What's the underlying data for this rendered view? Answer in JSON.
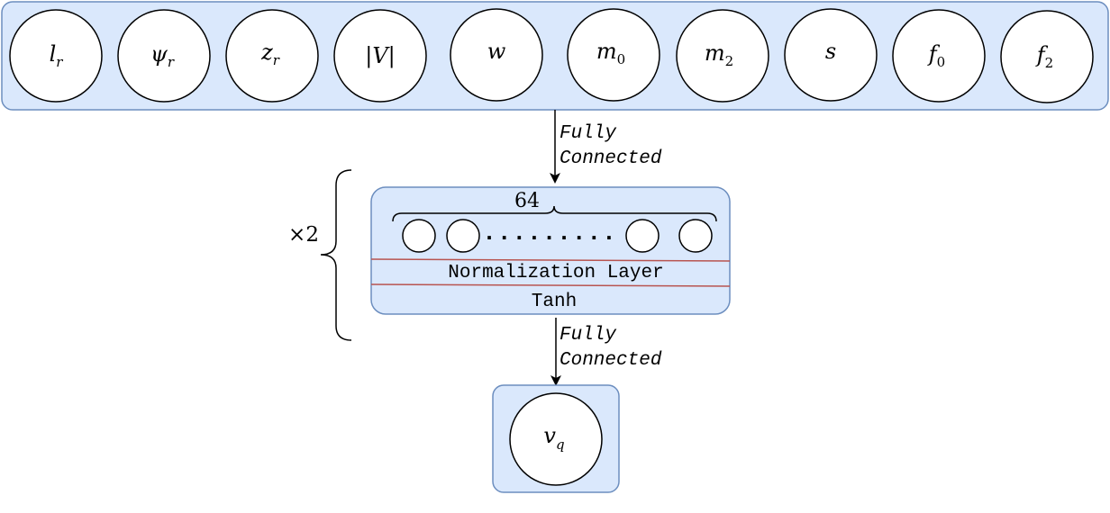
{
  "input_layer": {
    "nodes": [
      {
        "base": "l",
        "sub": "r"
      },
      {
        "base": "ψ",
        "sub": "r"
      },
      {
        "base": "z",
        "sub": "r"
      },
      {
        "base": "|V|",
        "sub": ""
      },
      {
        "base": "w",
        "sub": ""
      },
      {
        "base": "m",
        "sub": "0"
      },
      {
        "base": "m",
        "sub": "2"
      },
      {
        "base": "s",
        "sub": ""
      },
      {
        "base": "f",
        "sub": "0"
      },
      {
        "base": "f",
        "sub": "2"
      }
    ]
  },
  "connection_1": {
    "line1": "Fully",
    "line2": "Connected"
  },
  "hidden_block": {
    "width_label": "64",
    "repeat_label": "×2",
    "normalization_label": "Normalization Layer",
    "activation_label": "Tanh",
    "ellipsis": "........."
  },
  "connection_2": {
    "line1": "Fully",
    "line2": "Connected"
  },
  "output_layer": {
    "node": {
      "base": "v",
      "sub": "q"
    }
  },
  "colors": {
    "block_fill": "#dae8fc",
    "block_stroke": "#6c8ebf",
    "separator": "#b85450"
  }
}
